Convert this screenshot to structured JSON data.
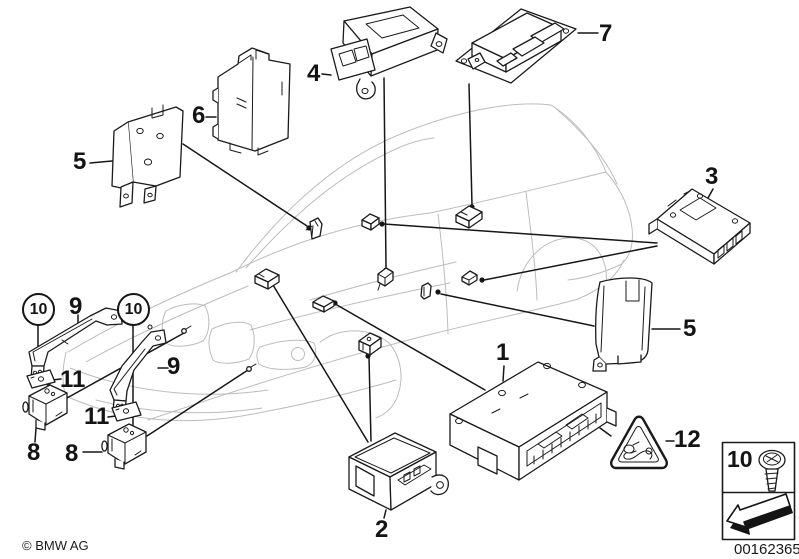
{
  "diagram": {
    "callouts": {
      "part1": "1",
      "part2": "2",
      "part3": "3",
      "part4": "4",
      "part5_front": "5",
      "part5_rear": "5",
      "part6": "6",
      "part7": "7",
      "part8_left": "8",
      "part8_right": "8",
      "part9_left": "9",
      "part9_right": "9",
      "part10_left": "10",
      "part10_right": "10",
      "part11_left": "11",
      "part11_right": "11",
      "part12": "12",
      "fastener_legend": "10"
    },
    "colors": {
      "line": "#1a1a1a",
      "car_outline": "#bcbcbc",
      "background": "#ffffff"
    }
  },
  "footer": {
    "copyright": "© BMW AG",
    "image_number": "00162365"
  }
}
